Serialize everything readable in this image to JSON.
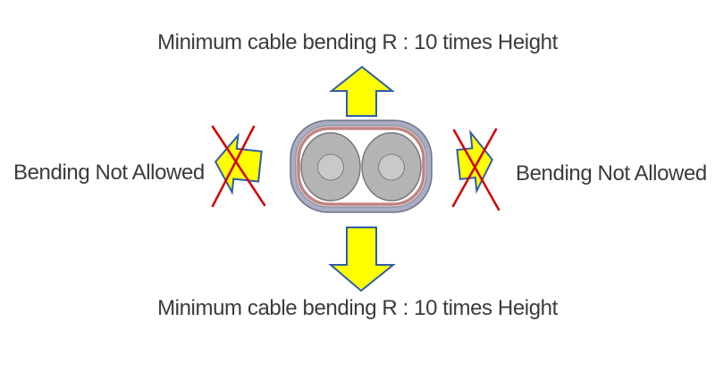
{
  "diagram": {
    "top_label": "Minimum cable bending R : 10 times Height",
    "bottom_label": "Minimum cable bending R : 10 times Height",
    "left_label": "Bending Not Allowed",
    "right_label": "Bending Not Allowed"
  },
  "icons": {
    "up_arrow": "block-arrow-up",
    "down_arrow": "block-arrow-down",
    "left_arrow": "block-arrow-left",
    "right_arrow": "block-arrow-right",
    "left_cross": "red-x-not-allowed",
    "right_cross": "red-x-not-allowed",
    "cable": "cable-cross-section-two-conductors"
  },
  "colors": {
    "background": "#ffffff",
    "text": "#3b3b3b",
    "arrow_fill": "#ffff00",
    "arrow_outline": "#2e5da8",
    "cross": "#d10000",
    "cable_jacket_fill": "#a8adc2",
    "cable_jacket_outline": "#6f7488",
    "cable_separator": "#8f8a96",
    "cable_liner": "#c08480",
    "conductor_fill": "#b4b4b4",
    "conductor_outline": "#757575",
    "core_fill": "#c9c9c9",
    "core_outline": "#7d7d7d"
  }
}
